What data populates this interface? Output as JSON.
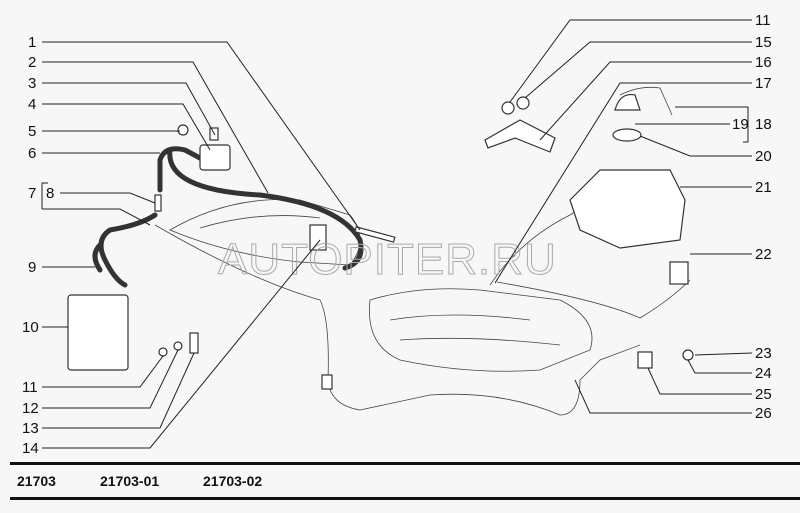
{
  "left_callouts": [
    "1",
    "2",
    "3",
    "4",
    "5",
    "6",
    "7",
    "8",
    "9",
    "10",
    "11",
    "12",
    "13",
    "14"
  ],
  "right_callouts": [
    "11",
    "15",
    "16",
    "17",
    "18",
    "19",
    "20",
    "21",
    "22",
    "23",
    "24",
    "25",
    "26"
  ],
  "watermark": "AUTOPITER.RU",
  "footer": {
    "variants": [
      "21703",
      "21703-01",
      "21703-02"
    ]
  }
}
